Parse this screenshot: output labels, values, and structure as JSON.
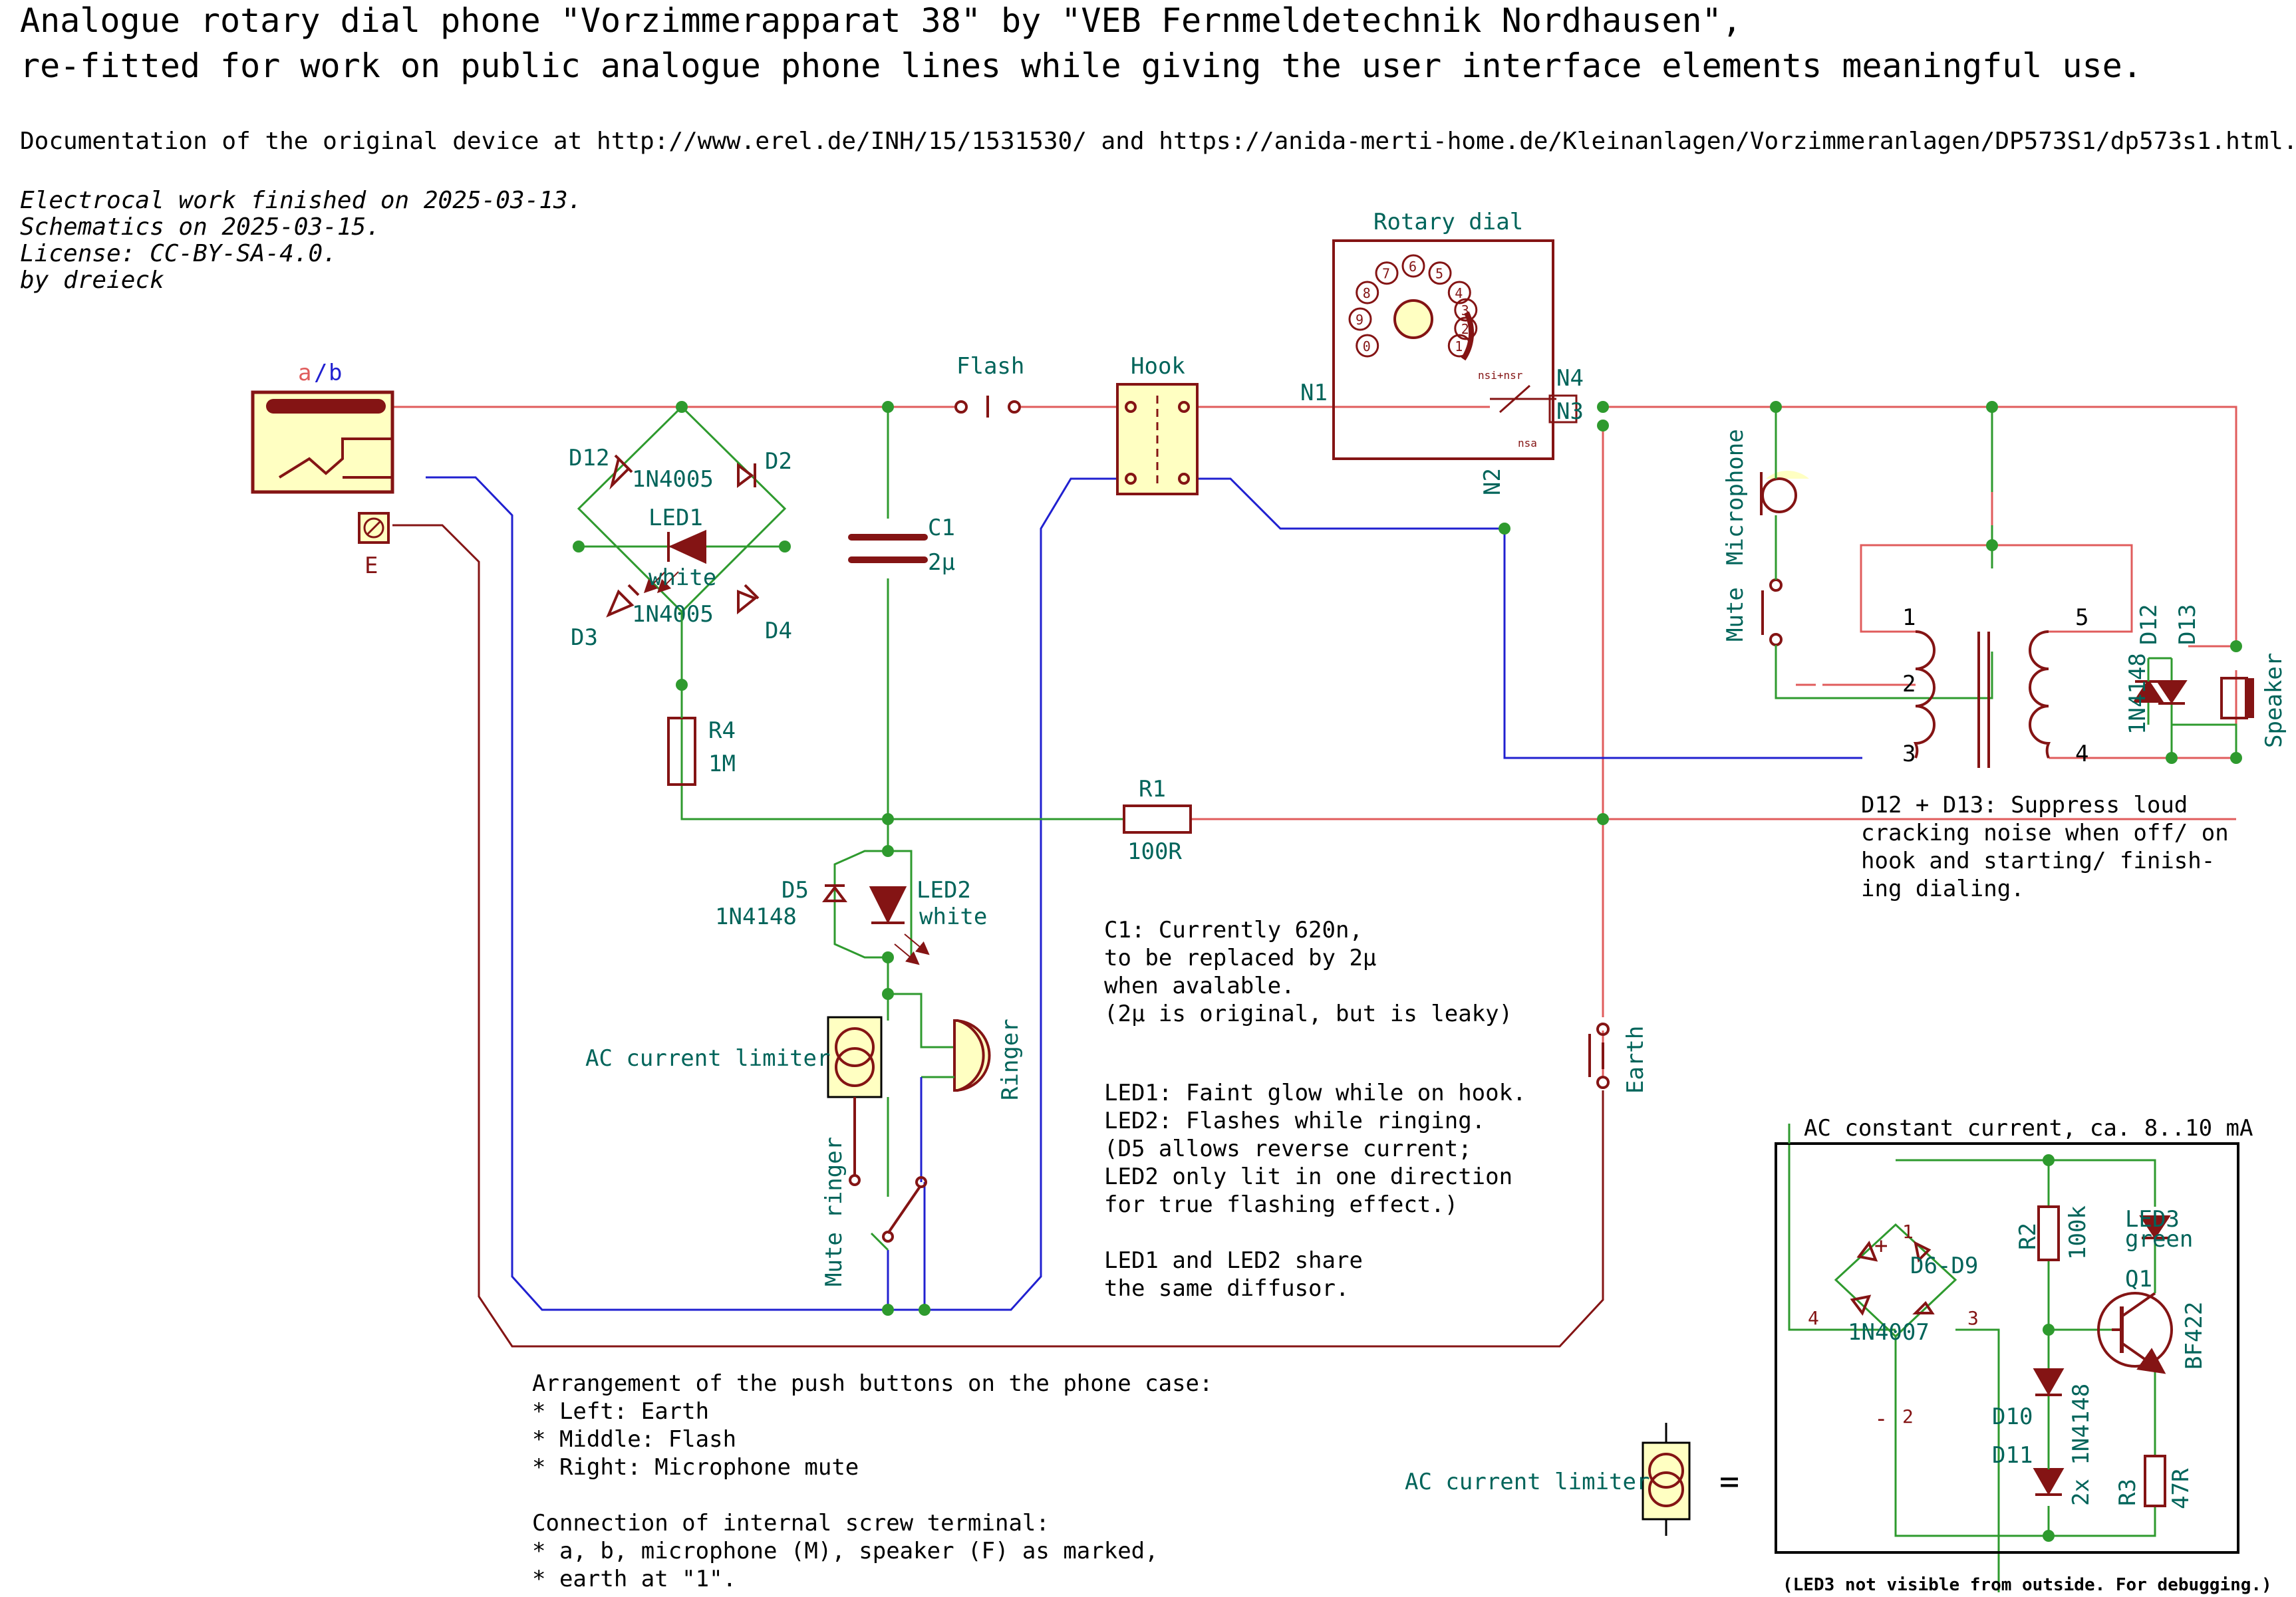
{
  "header": {
    "title_line1": "Analogue rotary dial phone \"Vorzimmerapparat 38\" by \"VEB Fernmeldetechnik Nordhausen\",",
    "title_line2": "re-fitted for work on public analogue phone lines while giving the user interface elements meaningful use.",
    "doc_line": "Documentation of the original device at http://www.erel.de/INH/15/1531530/ and https://anida-merti-home.de/Kleinanlagen/Vorzimmeranlagen/DP573S1/dp573s1.html.",
    "meta": [
      "Electrocal work finished on 2025-03-13.",
      "Schematics on 2025-03-15.",
      "License: CC-BY-SA-4.0.",
      "by dreieck"
    ]
  },
  "colors": {
    "line_a": "#e05c5c",
    "line_b": "#2020d0",
    "wire_green": "#2e9a2e",
    "earth_wire": "#841414",
    "component": "#841414",
    "component_fill": "#ffffc2",
    "label": "#00645a",
    "junction": "#2e9a2e"
  },
  "labels": {
    "ab_a": "a",
    "ab_slash": "/",
    "ab_b": "b",
    "earth_term": "E",
    "flash": "Flash",
    "hook": "Hook",
    "rotary_dial": "Rotary dial",
    "dial_nsi": "nsi+nsr",
    "dial_nsa": "nsa",
    "n1": "N1",
    "n2": "N2",
    "n3": "N3",
    "n4": "N4",
    "d12_bridge": "D12",
    "d2": "D2",
    "d3": "D3",
    "d4": "D4",
    "bridge_top": "1N4005",
    "bridge_bot": "1N4005",
    "led1": "LED1",
    "led1_color": "white",
    "c1": "C1",
    "c1_val": "2µ",
    "r4": "R4",
    "r4_val": "1M",
    "r1": "R1",
    "r1_val": "100R",
    "d5": "D5",
    "d5_type": "1N4148",
    "led2": "LED2",
    "led2_color": "white",
    "ac_limiter": "AC current limiter",
    "ringer": "Ringer",
    "mute_ringer": "Mute ringer",
    "earth_btn": "Earth",
    "mute_mic": "Mute",
    "microphone": "Microphone",
    "tr_1": "1",
    "tr_2": "2",
    "tr_3": "3",
    "tr_4": "4",
    "tr_5": "5",
    "d12": "D12",
    "d13": "D13",
    "d12_13_type": "1N4148",
    "speaker": "Speaker",
    "sub_title": "AC constant current, ca. 8..10 mA",
    "sub_bridge": "1N4007",
    "sub_bridge_ref": "D6-D9",
    "sub_pin1": "1",
    "sub_pin2": "2",
    "sub_pin3": "3",
    "sub_pin4": "4",
    "sub_plus": "+",
    "sub_minus": "-",
    "r2": "R2",
    "r2_val": "100k",
    "led3": "LED3",
    "led3_color": "green",
    "q1": "Q1",
    "q1_type": "BF422",
    "d10": "D10",
    "d11": "D11",
    "d10_11_type": "2x 1N4148",
    "r3": "R3",
    "r3_val": "47R",
    "limiter_eq_label": "AC current limiter",
    "eq_sign": "=",
    "sub_footnote": "(LED3 not visible from outside. For debugging.)",
    "dial_digits": [
      "1",
      "2",
      "3",
      "4",
      "5",
      "6",
      "7",
      "8",
      "9",
      "0"
    ]
  },
  "notes": {
    "d12_d13": [
      "D12 + D13: Suppress loud",
      "cracking noise when off/ on",
      "hook and starting/ finish-",
      "ing dialing."
    ],
    "c1": [
      "C1: Currently 620n,",
      "to be replaced by 2µ",
      "when avalable.",
      "(2µ is original, but is leaky)"
    ],
    "leds": [
      "LED1: Faint glow while on hook.",
      "LED2: Flashes while ringing.",
      "(D5 allows reverse current;",
      "LED2 only lit in one direction",
      "for true flashing effect.)",
      "",
      "LED1 and LED2 share",
      "the same diffusor."
    ],
    "buttons": [
      "Arrangement of the push buttons on the phone case:",
      "* Left: Earth",
      "* Middle: Flash",
      "* Right: Microphone mute",
      "",
      "Connection of internal screw terminal:",
      "* a, b, microphone (M), speaker (F) as marked,",
      "* earth at \"1\"."
    ]
  }
}
